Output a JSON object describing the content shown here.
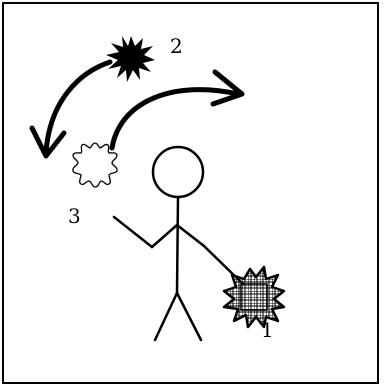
{
  "labels": {
    "one": "1",
    "two": "2",
    "three": "3"
  },
  "colors": {
    "ink": "#000000",
    "paper": "#ffffff"
  },
  "icons": {
    "virus_black": "spiky-black-blob-icon",
    "virus_outline": "outline-gear-blob-icon",
    "virus_checkered": "checkered-spiky-blob-icon"
  }
}
